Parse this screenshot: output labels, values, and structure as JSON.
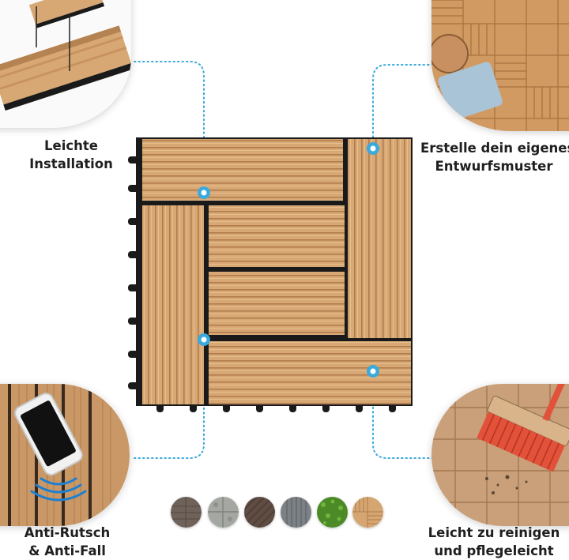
{
  "features": [
    {
      "id": "installation",
      "lines": [
        "Leichte",
        "Installation"
      ]
    },
    {
      "id": "pattern",
      "lines": [
        "Erstelle dein eigenes",
        "Entwurfsmuster"
      ]
    },
    {
      "id": "anti_slip",
      "lines": [
        "Anti-Rutsch",
        "& Anti-Fall"
      ]
    },
    {
      "id": "cleaning",
      "lines": [
        "Leicht zu reinigen",
        "und pflegeleicht"
      ]
    }
  ],
  "colors": {
    "connector": "#3aa9db",
    "wood": "#d6a672",
    "clip": "#1a1a1a"
  },
  "swatches": [
    {
      "name": "dark-brown-grooved",
      "color": "#6f625a"
    },
    {
      "name": "stone-grey",
      "color": "#a4a7a2"
    },
    {
      "name": "dark-brown",
      "color": "#5f4d44"
    },
    {
      "name": "grey",
      "color": "#7c8186"
    },
    {
      "name": "artificial-grass",
      "color": "#4b8a26"
    },
    {
      "name": "teak",
      "color": "#d6a672"
    }
  ]
}
